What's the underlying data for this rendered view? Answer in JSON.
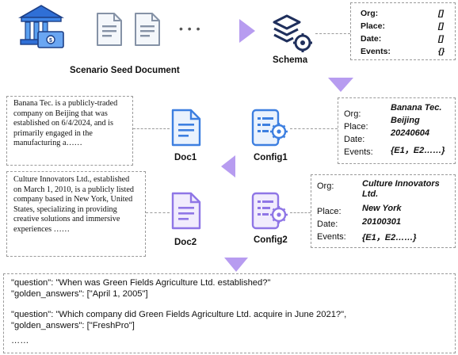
{
  "seed": {
    "caption": "Scenario Seed Document",
    "ellipsis": "• • •"
  },
  "schema": {
    "caption": "Schema",
    "rows": [
      {
        "key": "Org:",
        "value": "[]"
      },
      {
        "key": "Place:",
        "value": "[]"
      },
      {
        "key": "Date:",
        "value": "[]"
      },
      {
        "key": "Events:",
        "value": "{}"
      }
    ]
  },
  "doc1": {
    "text": "Banana Tec. is a publicly-traded company on Beijing that was established on 6/4/2024, and is primarily engaged in the manufacturing a……",
    "caption": "Doc1"
  },
  "config1": {
    "caption": "Config1",
    "rows": [
      {
        "key": "Org:",
        "value": "Banana Tec."
      },
      {
        "key": "Place:",
        "value": "Beijing"
      },
      {
        "key": "Date:",
        "value": "20240604"
      },
      {
        "key": "Events:",
        "value": "{E1，E2……}"
      }
    ]
  },
  "doc2": {
    "text": "Culture Innovators Ltd., established on March 1, 2010, is a publicly listed company based in New York, United States, specializing in providing creative solutions and immersive experiences ……",
    "caption": "Doc2"
  },
  "config2": {
    "caption": "Config2",
    "rows": [
      {
        "key": "Org:",
        "value": "Culture Innovators Ltd."
      },
      {
        "key": "Place:",
        "value": "New York"
      },
      {
        "key": "Date:",
        "value": "20100301"
      },
      {
        "key": "Events:",
        "value": "{E1，E2……}"
      }
    ]
  },
  "qa": {
    "lines": [
      "\"question\": \"When was Green Fields Agriculture Ltd. established?\"",
      "\"golden_answers\": [\"April 1, 2005\"]",
      "\"question\": \"Which company did Green Fields Agriculture Ltd. acquire in June 2021?\",",
      "\"golden_answers\": [\"FreshPro\"]",
      "……"
    ]
  },
  "colors": {
    "arrow": "#b79cf0",
    "blue": "#3d7fe0",
    "purple": "#8f76e6",
    "dark": "#1f2f5c"
  }
}
